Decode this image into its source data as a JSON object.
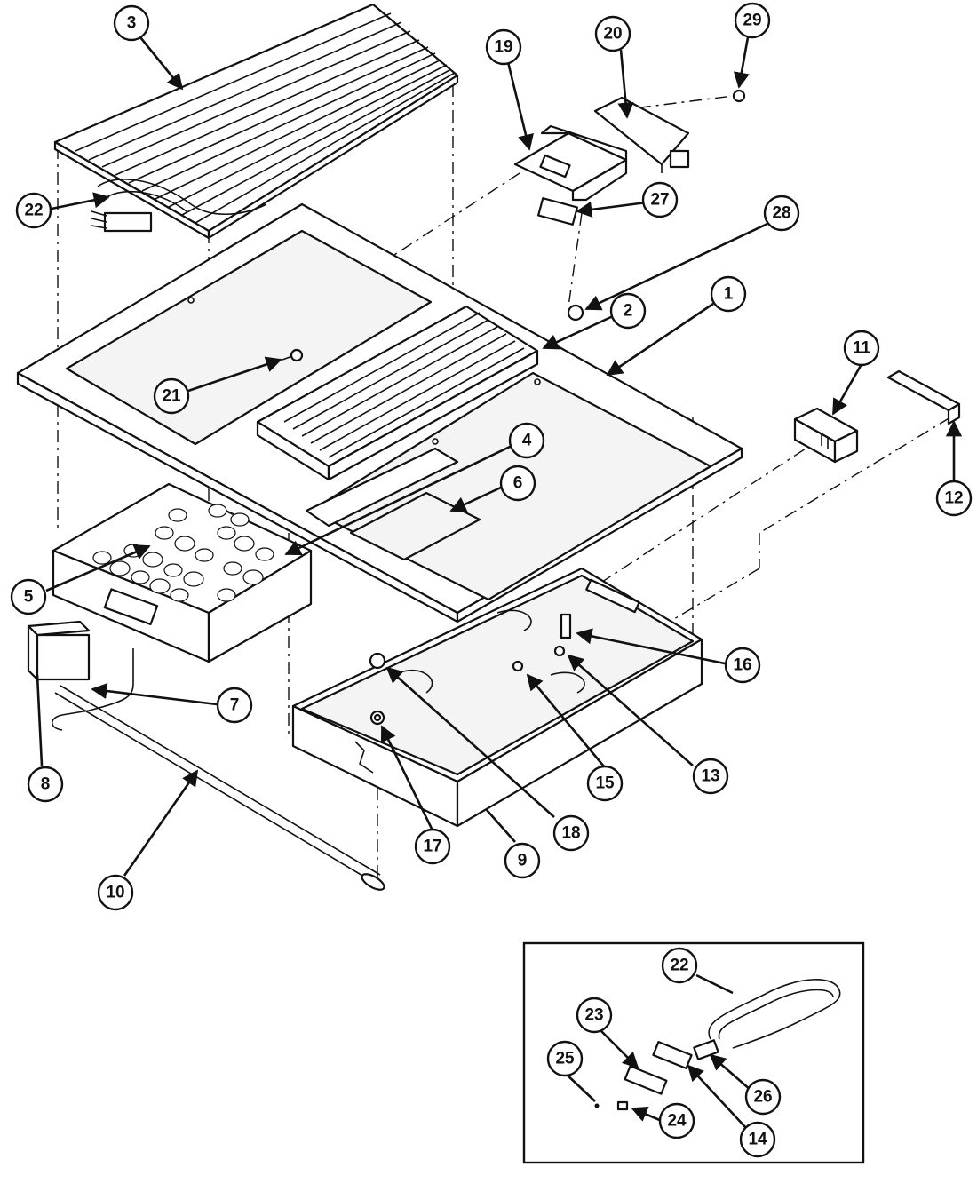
{
  "callouts": [
    "1",
    "2",
    "3",
    "4",
    "5",
    "6",
    "7",
    "8",
    "9",
    "10",
    "11",
    "12",
    "13",
    "14",
    "15",
    "16",
    "17",
    "18",
    "19",
    "20",
    "21",
    "22",
    "23",
    "24",
    "25",
    "26",
    "27",
    "28",
    "29"
  ],
  "inset": {
    "callouts": [
      "22",
      "23",
      "24",
      "25",
      "26",
      "14"
    ]
  },
  "colors": {
    "line": "#111111",
    "background": "#ffffff"
  }
}
